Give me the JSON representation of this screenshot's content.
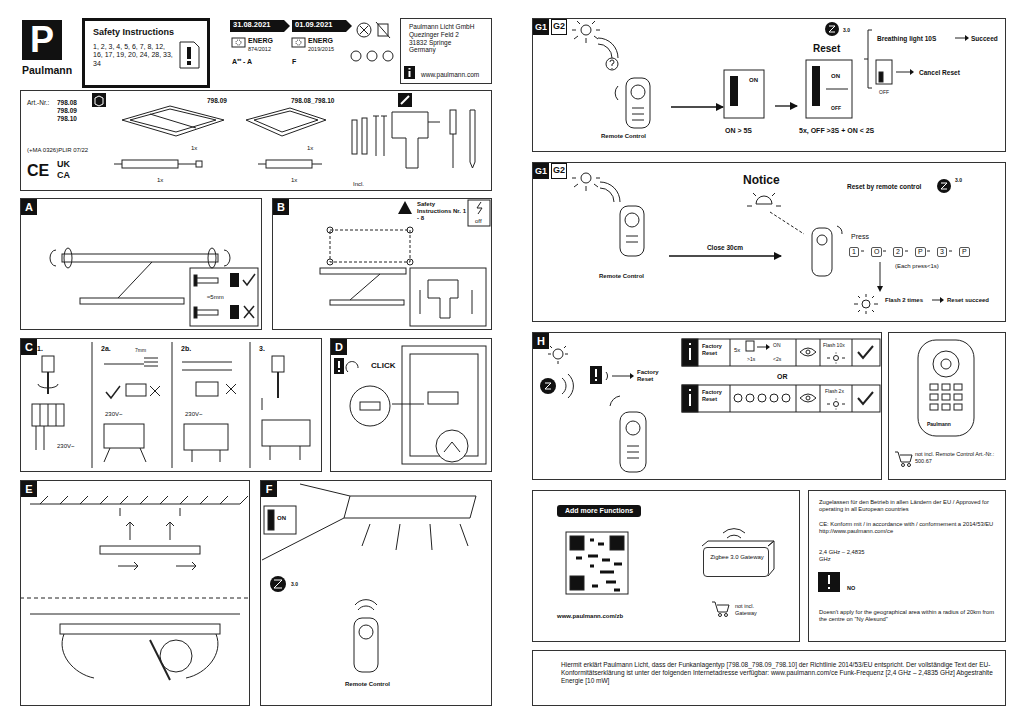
{
  "diagram": {
    "nodes": [
      {
        "text": [
          "P",
          "Paulmann"
        ]
      },
      {
        "text": [
          "Safety Instructions",
          "1, 2, 3, 4, 5, 6, 7, 8, 12, 16, 17, 19, 20, 24, 28, 33, 34"
        ]
      },
      {
        "text": [
          "31.08.2021"
        ]
      },
      {
        "text": [
          "01.09.2021"
        ]
      },
      {
        "text": [
          "Paulmann Licht GmbH Quezinger Feld 2 31832 Springe Germany",
          "www.paulmann.com"
        ]
      },
      {
        "text": [
          "Art.-Nr.:",
          "798.08 798.09 798.10",
          "(+MA 0326)PLIR 07/22",
          "CE",
          "UK CA",
          "798.09",
          "798.08_798.10",
          "1x",
          "1x",
          "1x",
          "1x",
          "Incl."
        ]
      },
      {
        "text": [
          "A",
          "≈5mm"
        ]
      },
      {
        "text": [
          "B",
          "Safety Instructions Nr. 1 - 8",
          "off"
        ]
      },
      {
        "text": [
          "C",
          "1.",
          "230V~",
          "2a.",
          "7mm",
          "230V~",
          "2b.",
          "230V~",
          "3."
        ]
      },
      {
        "text": [
          "D",
          "CLICK"
        ]
      },
      {
        "text": [
          "E"
        ]
      },
      {
        "text": [
          "F",
          "ON",
          "3.0",
          "Remote Control"
        ]
      },
      {
        "text": [
          "G1",
          "G2",
          "3.0",
          "Breathing light 10S",
          "Succeed",
          "OFF",
          "Cancel Reset"
        ]
      },
      {
        "text": [
          "Remote Control"
        ],
        "in": 12
      },
      {
        "text": [
          "ON",
          "ON > 5S"
        ],
        "in": 12
      },
      {
        "text": [
          "Reset",
          "ON",
          "OFF",
          "5x, OFF >3S + ON < 2S"
        ],
        "in": 12
      },
      {
        "text": [
          "G1",
          "G2",
          "Notice",
          "Reset by remote control",
          "3.0"
        ]
      },
      {
        "text": [
          "Remote Control"
        ],
        "in": 16
      },
      {
        "text": [
          "Press",
          "1",
          "O",
          "2",
          "P",
          "3",
          "P",
          "(Each press<1s)",
          "Flash 2 times",
          "Reset succeed"
        ],
        "in": 16
      },
      {
        "text": [
          "H",
          "Factory Reset",
          "Factory Reset",
          "5x",
          "ON",
          ">1s",
          "<2s",
          "Flash 10x",
          "OR",
          "Factory Reset",
          "Flash 2x"
        ]
      },
      {
        "text": [
          "Paulmann",
          "not incl. Remote Control Art.-Nr.: 500.67"
        ]
      },
      {
        "text": [
          "Add more Functions",
          "www.paulmann.com/zb",
          "not incl. Gateway"
        ]
      },
      {
        "text": [
          "Zigbee 3.0 Gateway"
        ],
        "in": 21
      },
      {
        "text": [
          "Zugelassen für den Betrieb in allen Ländern der EU / Approved for operating in all European countries",
          "CE: Konform mit / in accordance with / conformement a 2014/53/EU http://www.paulmann.com/ce",
          "2,4 GHz – 2,4835 GHz",
          "NO",
          "Doesn't apply for the geographical area within a radius of 20km from the centre on \"Ny Alesund\""
        ]
      },
      {
        "text": [
          "Hiermit erklärt Paulmann Licht, dass der Funkanlagentyp [798.08_798.09_798.10] der Richtlinie 2014/53/EU entspricht. Der vollständige Text der EU-Konformitätserklärung ist unter der folgenden Internetadresse verfügbar: www.paulmann.com/ce Funk-Frequenz [2,4 GHz – 2,4835 GHz] Abgestrahlte Energie [10 mW]"
        ]
      }
    ],
    "edges": [
      {
        "from": 13,
        "to": 14,
        "arrow": "to"
      },
      {
        "from": 14,
        "to": 15,
        "arrow": "to"
      },
      {
        "from": 17,
        "to": 18,
        "label": "Close 30cm",
        "arrow": "to"
      }
    ],
    "labels": [
      "ENERG",
      "874/2012",
      "A⁺⁺ - A",
      "ENERG",
      "2019/2015",
      "F"
    ]
  }
}
